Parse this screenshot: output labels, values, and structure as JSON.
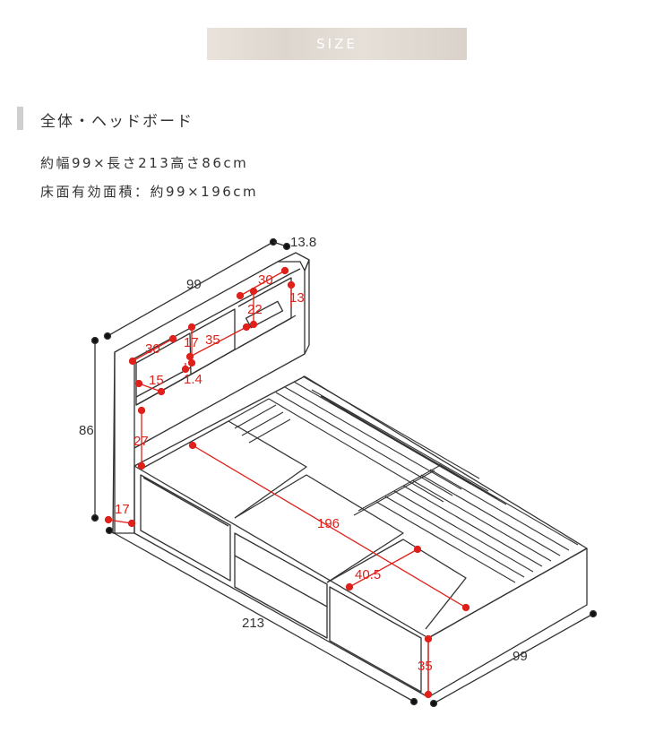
{
  "header": {
    "banner_label": "SIZE"
  },
  "section": {
    "title": "全体・ヘッドボード",
    "spec_line_1": "約幅99×長さ213高さ86cm",
    "spec_line_2": "床面有効面積：約99×196cm"
  },
  "dimensions": {
    "headboard_width": "99",
    "headboard_depth": "13.8",
    "total_height": "86",
    "total_length": "213",
    "bed_width": "99",
    "shelf_left_width": "30",
    "shelf_right_width": "30",
    "shelf_inner_height": "17",
    "shelf_span": "35",
    "outlet_height": "22",
    "right_cap": "13",
    "shelf_lower_height": "15",
    "shelf_thickness": "1.4",
    "headboard_panel_height": "27",
    "base_to_floor": "17",
    "mattress_area_length": "196",
    "drawer_depth": "40.5",
    "frame_height": "35"
  },
  "colors": {
    "accent_red": "#e0201a",
    "line_dark": "#333333",
    "banner": "#ddd6ce"
  }
}
